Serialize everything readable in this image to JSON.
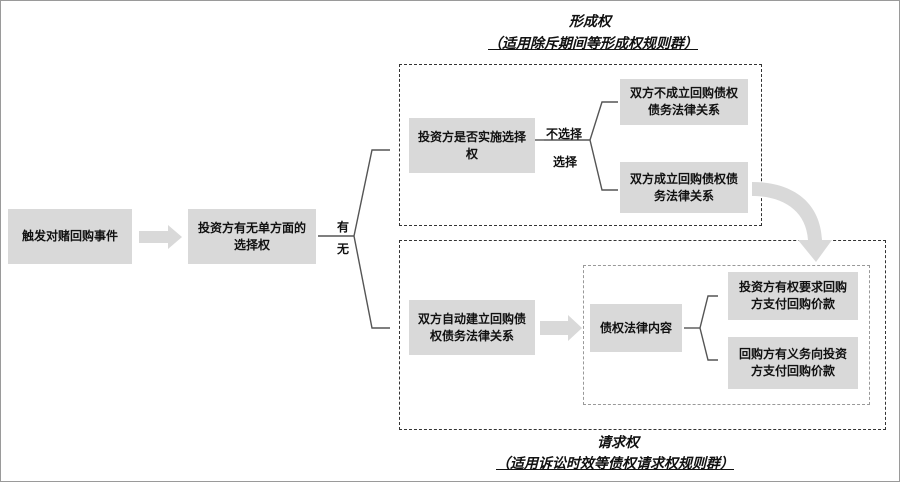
{
  "formation_title": "形成权",
  "formation_subtitle": "（适用除斥期间等形成权规则群）",
  "claim_title": "请求权",
  "claim_subtitle": "（适用诉讼时效等债权请求权规则群）",
  "nodes": {
    "trigger": "触发对赌回购事件",
    "unilateral": "投资方有无单方面的选择权",
    "choose": "投资方是否实施选择权",
    "not_established": "双方不成立回购债权债务法律关系",
    "established": "双方成立回购债权债务法律关系",
    "auto": "双方自动建立回购债权债务法律关系",
    "content": "债权法律内容",
    "right": "投资方有权要求回购方支付回购价款",
    "duty": "回购方有义务向投资方支付回购价款"
  },
  "edge_labels": {
    "yes": "有",
    "no": "无",
    "not_choose": "不选择",
    "choose": "选择"
  },
  "colors": {
    "box": "#d9d9d9",
    "arrow": "#d9d9d9",
    "line": "#555555"
  }
}
